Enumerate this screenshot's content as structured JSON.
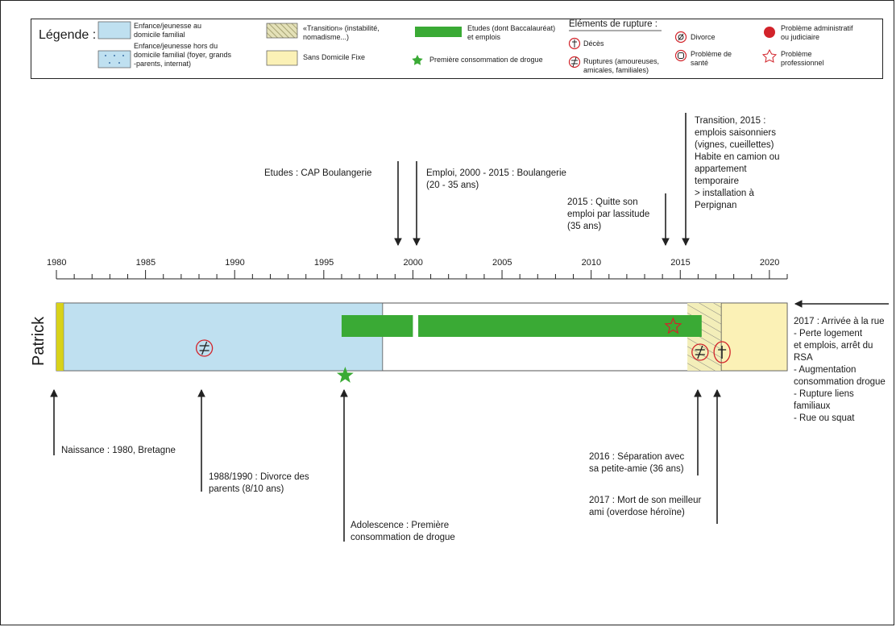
{
  "legend": {
    "title": "Légende :",
    "rupture_title": "Eléments de rupture :",
    "items": {
      "home": "Enfance/jeunesse au\ndomicile familial",
      "outside_home": "Enfance/jeunesse hors du\ndomicile familial (foyer, grands\n-parents, internat)",
      "transition": "«Transition» (instabilité,\nnomadisme...)",
      "sdf": "Sans Domicile Fixe",
      "studies": "Etudes (dont Baccalauréat)\net emplois",
      "first_drug": "Première consommation de drogue",
      "death": "Décès",
      "ruptures": "Ruptures (amoureuses,\namicales, familiales)",
      "divorce": "Divorce",
      "health": "Problème de\nsanté",
      "admin": "Problème administratif\nou judiciaire",
      "pro": "Problème\nprofessionnel"
    },
    "colors": {
      "home": "#bfe0f0",
      "sdf": "#fbf1b6",
      "studies": "#3aaa35",
      "birth": "#d8d21a",
      "rupture_red": "#d2232a",
      "hatch": "#c9c58a"
    }
  },
  "timeline": {
    "name": "Patrick",
    "start_year": 1980,
    "end_year": 2021,
    "year_labels": [
      "1980",
      "1985",
      "1990",
      "1995",
      "2000",
      "2005",
      "2010",
      "2015",
      "2020"
    ],
    "periods": {
      "birth": [
        1980,
        1980.4
      ],
      "home": [
        1980.4,
        1998.3
      ],
      "studies_1": [
        1996,
        2000
      ],
      "studies_2": [
        2000.3,
        2016.2
      ],
      "transition": [
        2015.4,
        2017.3
      ],
      "sdf": [
        2017.3,
        2021
      ]
    },
    "markers": {
      "rupture_divorce": 1988.3,
      "first_drug": 1996.2,
      "pro_problem": 2014.6,
      "rupture_2016": 2016.2,
      "death_2017": 2017.3
    }
  },
  "annotations": {
    "above": {
      "etudes": "Etudes : CAP Boulangerie",
      "emploi": "Emploi, 2000 - 2015 : Boulangerie\n(20 - 35 ans)",
      "quitte": "2015 : Quitte son\nemploi par lassitude\n(35 ans)",
      "transition": "Transition, 2015 :\nemplois saisonniers\n(vignes, cueillettes)\nHabite en camion ou\nappartement\ntemporaire\n> installation à\nPerpignan"
    },
    "below": {
      "naissance": "Naissance : 1980, Bretagne",
      "divorce": "1988/1990 : Divorce des\nparents (8/10 ans)",
      "adolescence": "Adolescence : Première\nconsommation de drogue",
      "separation": "2016 : Séparation avec\nsa petite-amie (36 ans)",
      "mort": "2017 : Mort de son meilleur\nami (overdose héroïne)"
    },
    "right": "2017 : Arrivée à la rue\n- Perte logement\net emplois, arrêt du\nRSA\n- Augmentation\nconsommation drogue\n- Rupture liens\nfamiliaux\n- Rue ou squat"
  }
}
